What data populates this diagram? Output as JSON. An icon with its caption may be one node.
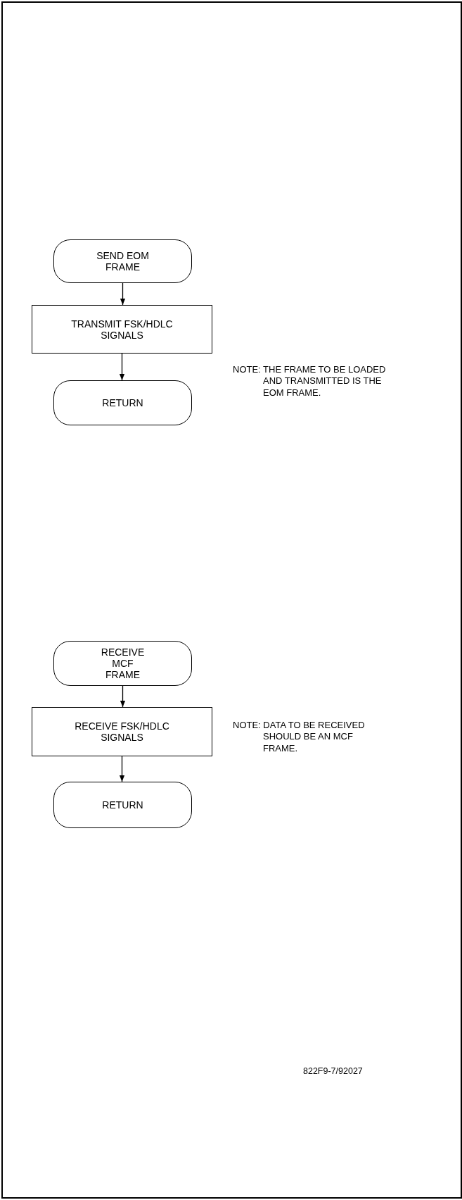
{
  "diagram": {
    "nodes": [
      {
        "text": [
          "SEND EOM FRAME"
        ]
      },
      {
        "text": [
          "TRANSMIT FSK/HDLC SIGNALS"
        ]
      },
      {
        "text": [
          "RETURN"
        ]
      },
      {
        "text": [
          "RECEIVE MCF FRAME"
        ]
      },
      {
        "text": [
          "RECEIVE FSK/HDLC SIGNALS"
        ]
      },
      {
        "text": [
          "RETURN"
        ]
      }
    ],
    "edges": [
      {
        "from": 0,
        "to": 1,
        "arrow": "to"
      },
      {
        "from": 1,
        "to": 2,
        "arrow": "to"
      },
      {
        "from": 3,
        "to": 4,
        "arrow": "to"
      },
      {
        "from": 4,
        "to": 5,
        "arrow": "to"
      }
    ],
    "labels": [
      "NOTE: THE FRAME TO BE LOADED AND TRANSMITTED IS THE EOM FRAME.",
      "NOTE: DATA TO BE RECEIVED SHOULD BE AN MCF FRAME.",
      "822F9-7/92027"
    ]
  }
}
